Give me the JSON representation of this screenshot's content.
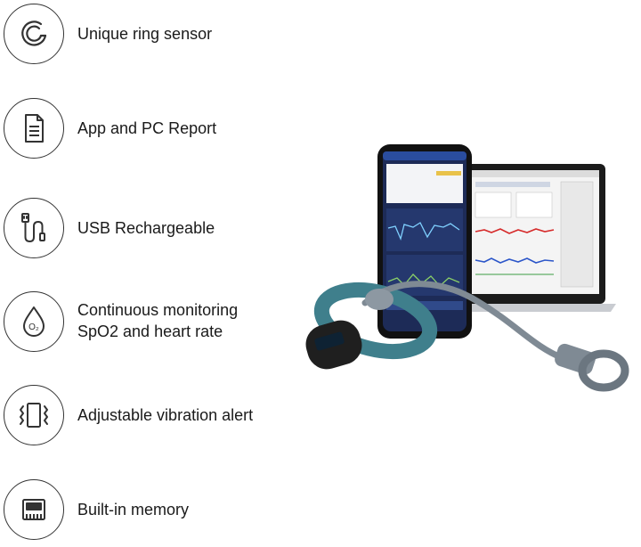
{
  "features": [
    {
      "id": "ring-sensor",
      "icon": "ring-sensor-icon",
      "lines": [
        "Unique ring sensor"
      ]
    },
    {
      "id": "report",
      "icon": "document-icon",
      "lines": [
        "App and PC Report"
      ]
    },
    {
      "id": "usb",
      "icon": "usb-cable-icon",
      "lines": [
        "USB Rechargeable"
      ]
    },
    {
      "id": "monitoring",
      "icon": "oxygen-drop-icon",
      "lines": [
        "Continuous monitoring",
        "SpO2 and heart rate"
      ]
    },
    {
      "id": "vibration",
      "icon": "vibration-icon",
      "lines": [
        "Adjustable vibration alert"
      ]
    },
    {
      "id": "memory",
      "icon": "memory-chip-icon",
      "lines": [
        "Built-in memory"
      ]
    }
  ],
  "drop_symbol": "O₂",
  "colors": {
    "text": "#1a1a1a",
    "icon_stroke": "#333333",
    "band": "#3f7f8c",
    "phone_screen": "#1d2b57",
    "laptop_body": "#c9ccd1"
  }
}
